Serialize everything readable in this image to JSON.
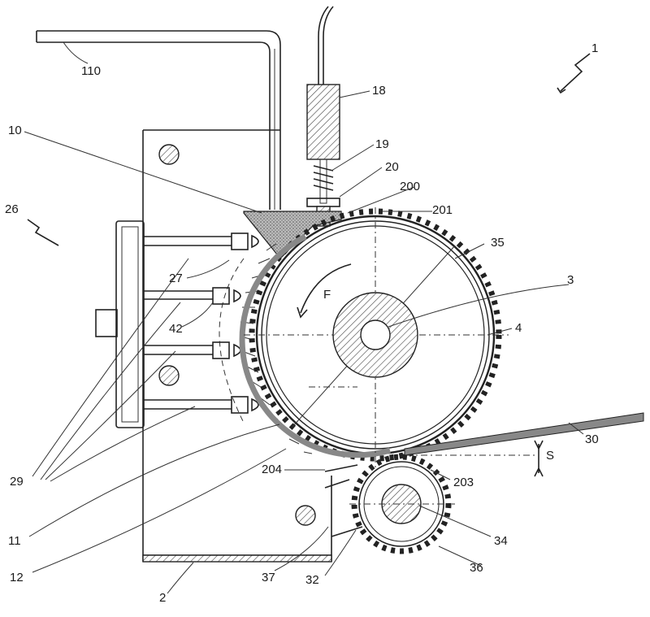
{
  "labels": {
    "l1": "1",
    "l110": "110",
    "l18": "18",
    "l10": "10",
    "l19": "19",
    "l20": "20",
    "l200": "200",
    "l201": "201",
    "l26": "26",
    "l35": "35",
    "l27": "27",
    "lF": "F",
    "l3": "3",
    "l42": "42",
    "l4": "4",
    "l29": "29",
    "l204": "204",
    "lS": "S",
    "l30": "30",
    "l203": "203",
    "l11": "11",
    "l34": "34",
    "l36": "36",
    "l12": "12",
    "l37": "37",
    "l32": "32",
    "l2": "2"
  }
}
